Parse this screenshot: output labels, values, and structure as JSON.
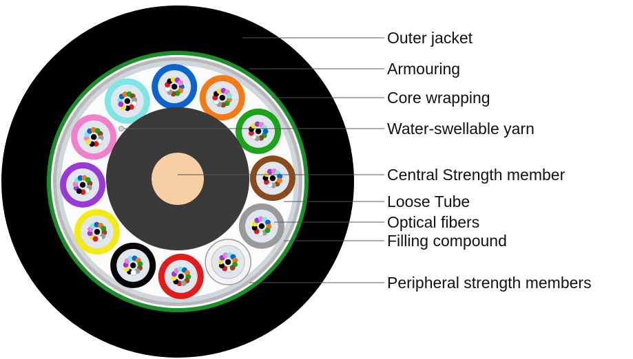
{
  "labels": {
    "outer_jacket": "Outer jacket",
    "armouring": "Armouring",
    "core_wrapping": "Core wrapping",
    "water_swellable_yarn": "Water-swellable yarn",
    "central_strength_member": "Central Strength member",
    "loose_tube": "Loose Tube",
    "optical_fibers": "Optical fibers",
    "filling_compound": "Filling compound",
    "peripheral_strength_members": "Peripheral strength members"
  },
  "colors": {
    "outer_jacket": "#000000",
    "armouring": "#1a8f2a",
    "core_wrapping": "#b8b8b8",
    "central_core_sheath": "#3a3a3a",
    "central_strength_member": "#f6cfa4",
    "tube_fill": "#dfe6ee"
  },
  "loose_tubes": [
    {
      "name": "blue-tube",
      "color": "#0b63ce"
    },
    {
      "name": "orange-tube",
      "color": "#f47a16"
    },
    {
      "name": "green-tube",
      "color": "#1aa41a"
    },
    {
      "name": "brown-tube",
      "color": "#8a4a1b"
    },
    {
      "name": "gray-tube",
      "color": "#9a9a9a"
    },
    {
      "name": "white-tube",
      "color": "#f4f4f4"
    },
    {
      "name": "red-tube",
      "color": "#e21b1b"
    },
    {
      "name": "black-tube",
      "color": "#050505"
    },
    {
      "name": "yellow-tube",
      "color": "#f4ea12"
    },
    {
      "name": "violet-tube",
      "color": "#9a3ad6"
    },
    {
      "name": "pink-tube",
      "color": "#f27fc9"
    },
    {
      "name": "aqua-tube",
      "color": "#7fe6e6"
    }
  ],
  "fiber_colors": [
    "#0b63ce",
    "#f47a16",
    "#1aa41a",
    "#8a4a1b",
    "#9a9a9a",
    "#ffffff",
    "#e21b1b",
    "#000000",
    "#f4ea12",
    "#9a3ad6",
    "#f27fc9",
    "#7fe6e6"
  ]
}
